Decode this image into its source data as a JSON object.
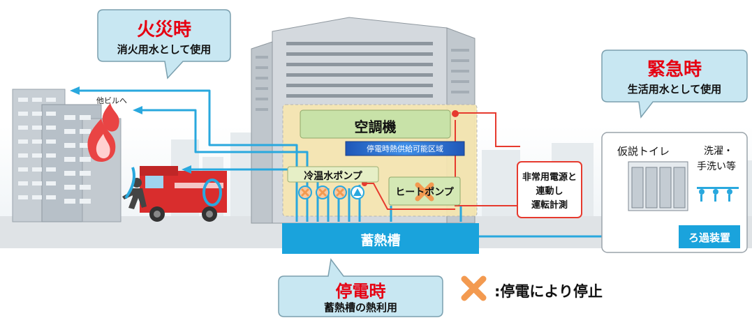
{
  "fire": {
    "title": "火災時",
    "desc": "消火用水として使用"
  },
  "emergency": {
    "title": "緊急時",
    "desc": "生活用水として使用"
  },
  "outage": {
    "title": "停電時",
    "desc": "蓄熱槽の熱利用"
  },
  "to_other_building": "他ビルへ",
  "air_conditioner": "空調機",
  "supply_area": "停電時熱供給可能区域",
  "chw_pump": "冷温水ポンプ",
  "heat_pump": "ヒートポンプ",
  "storage_tank": "蓄熱槽",
  "interlock": [
    "非常用電源と",
    "連動し",
    "運転計測"
  ],
  "temp_toilet": "仮説トイレ",
  "washing": [
    "洗濯・",
    "手洗い等"
  ],
  "filter": "ろ過装置",
  "legend_stopped": ":停電により停止",
  "colors": {
    "water_line": "#29a8de",
    "control_line": "#e63a2e",
    "tank": "#1aa3dc",
    "callout_fill": "#c8e7f2",
    "title_red": "#e60012",
    "stop_mark": "#f39a50"
  }
}
